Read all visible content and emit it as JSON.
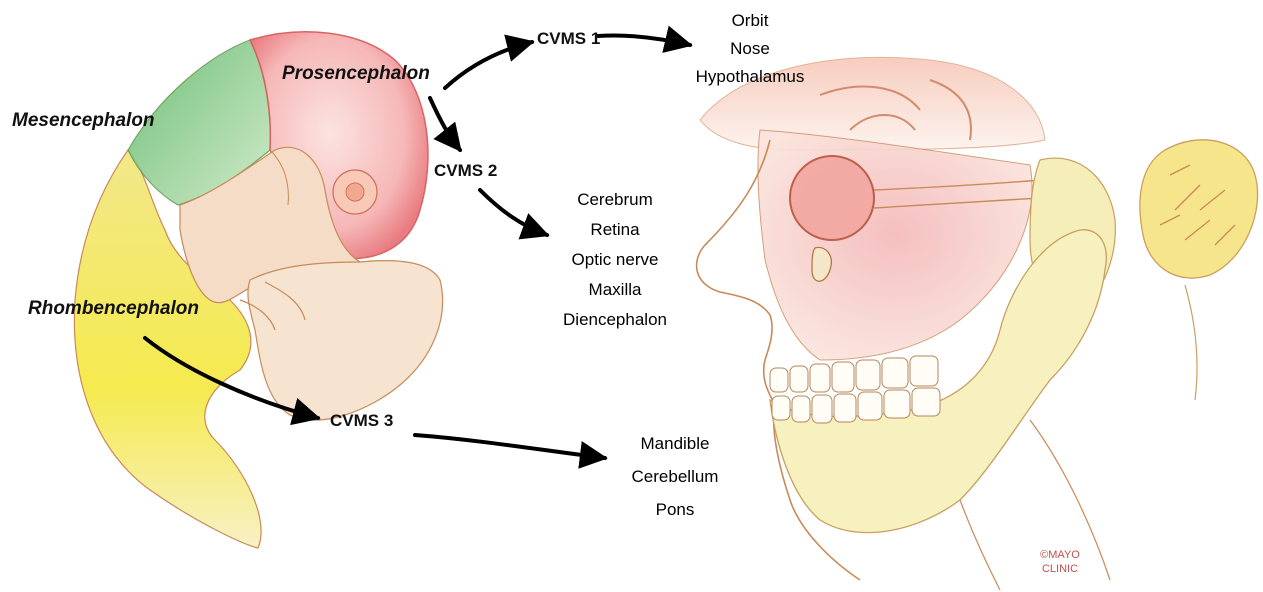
{
  "regions": {
    "prosencephalon": "Prosencephalon",
    "mesencephalon": "Mesencephalon",
    "rhombencephalon": "Rhombencephalon"
  },
  "cvms": {
    "one": "CVMS 1",
    "two": "CVMS 2",
    "three": "CVMS 3"
  },
  "derivatives": {
    "cvms1": [
      "Orbit",
      "Nose",
      "Hypothalamus"
    ],
    "cvms2": [
      "Cerebrum",
      "Retina",
      "Optic nerve",
      "Maxilla",
      "Diencephalon"
    ],
    "cvms3": [
      "Mandible",
      "Cerebellum",
      "Pons"
    ]
  },
  "credit": {
    "line1": "©MAYO",
    "line2": "CLINIC"
  },
  "colors": {
    "prosencephalon": "#e8757a",
    "mesencephalon": "#6fbf73",
    "rhombencephalon": "#f2e552",
    "skull": "#f5edb0",
    "outline": "#c98a58",
    "arrow": "#000000",
    "credit": "#c0504d"
  }
}
